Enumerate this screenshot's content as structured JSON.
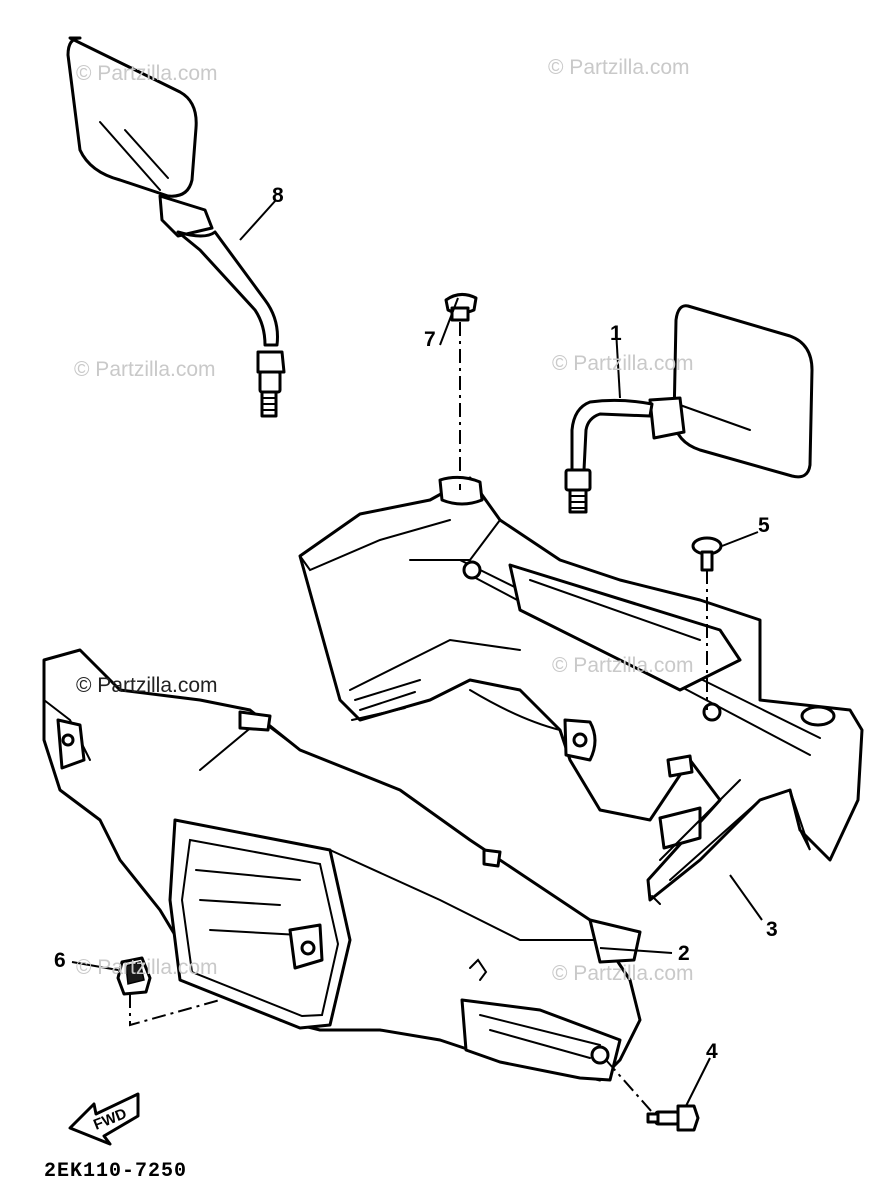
{
  "watermarks": [
    {
      "id": "wm-1",
      "text": "© Partzilla.com",
      "style": "light"
    },
    {
      "id": "wm-2",
      "text": "© Partzilla.com",
      "style": "light"
    },
    {
      "id": "wm-3",
      "text": "© Partzilla.com",
      "style": "light"
    },
    {
      "id": "wm-4",
      "text": "© Partzilla.com",
      "style": "light"
    },
    {
      "id": "wm-5",
      "text": "© Partzilla.com",
      "style": "dark"
    },
    {
      "id": "wm-6",
      "text": "© Partzilla.com",
      "style": "light"
    },
    {
      "id": "wm-7",
      "text": "© Partzilla.com",
      "style": "light"
    },
    {
      "id": "wm-8",
      "text": "© Partzilla.com",
      "style": "light"
    }
  ],
  "callouts": {
    "c1": "1",
    "c2": "2",
    "c3": "3",
    "c4": "4",
    "c5": "5",
    "c6": "6",
    "c7": "7",
    "c8": "8"
  },
  "fwd_label": "FWD",
  "diagram_code": "2EK110-7250",
  "colors": {
    "line": "#000000",
    "watermark": "#c9c9c9",
    "background": "#ffffff"
  }
}
